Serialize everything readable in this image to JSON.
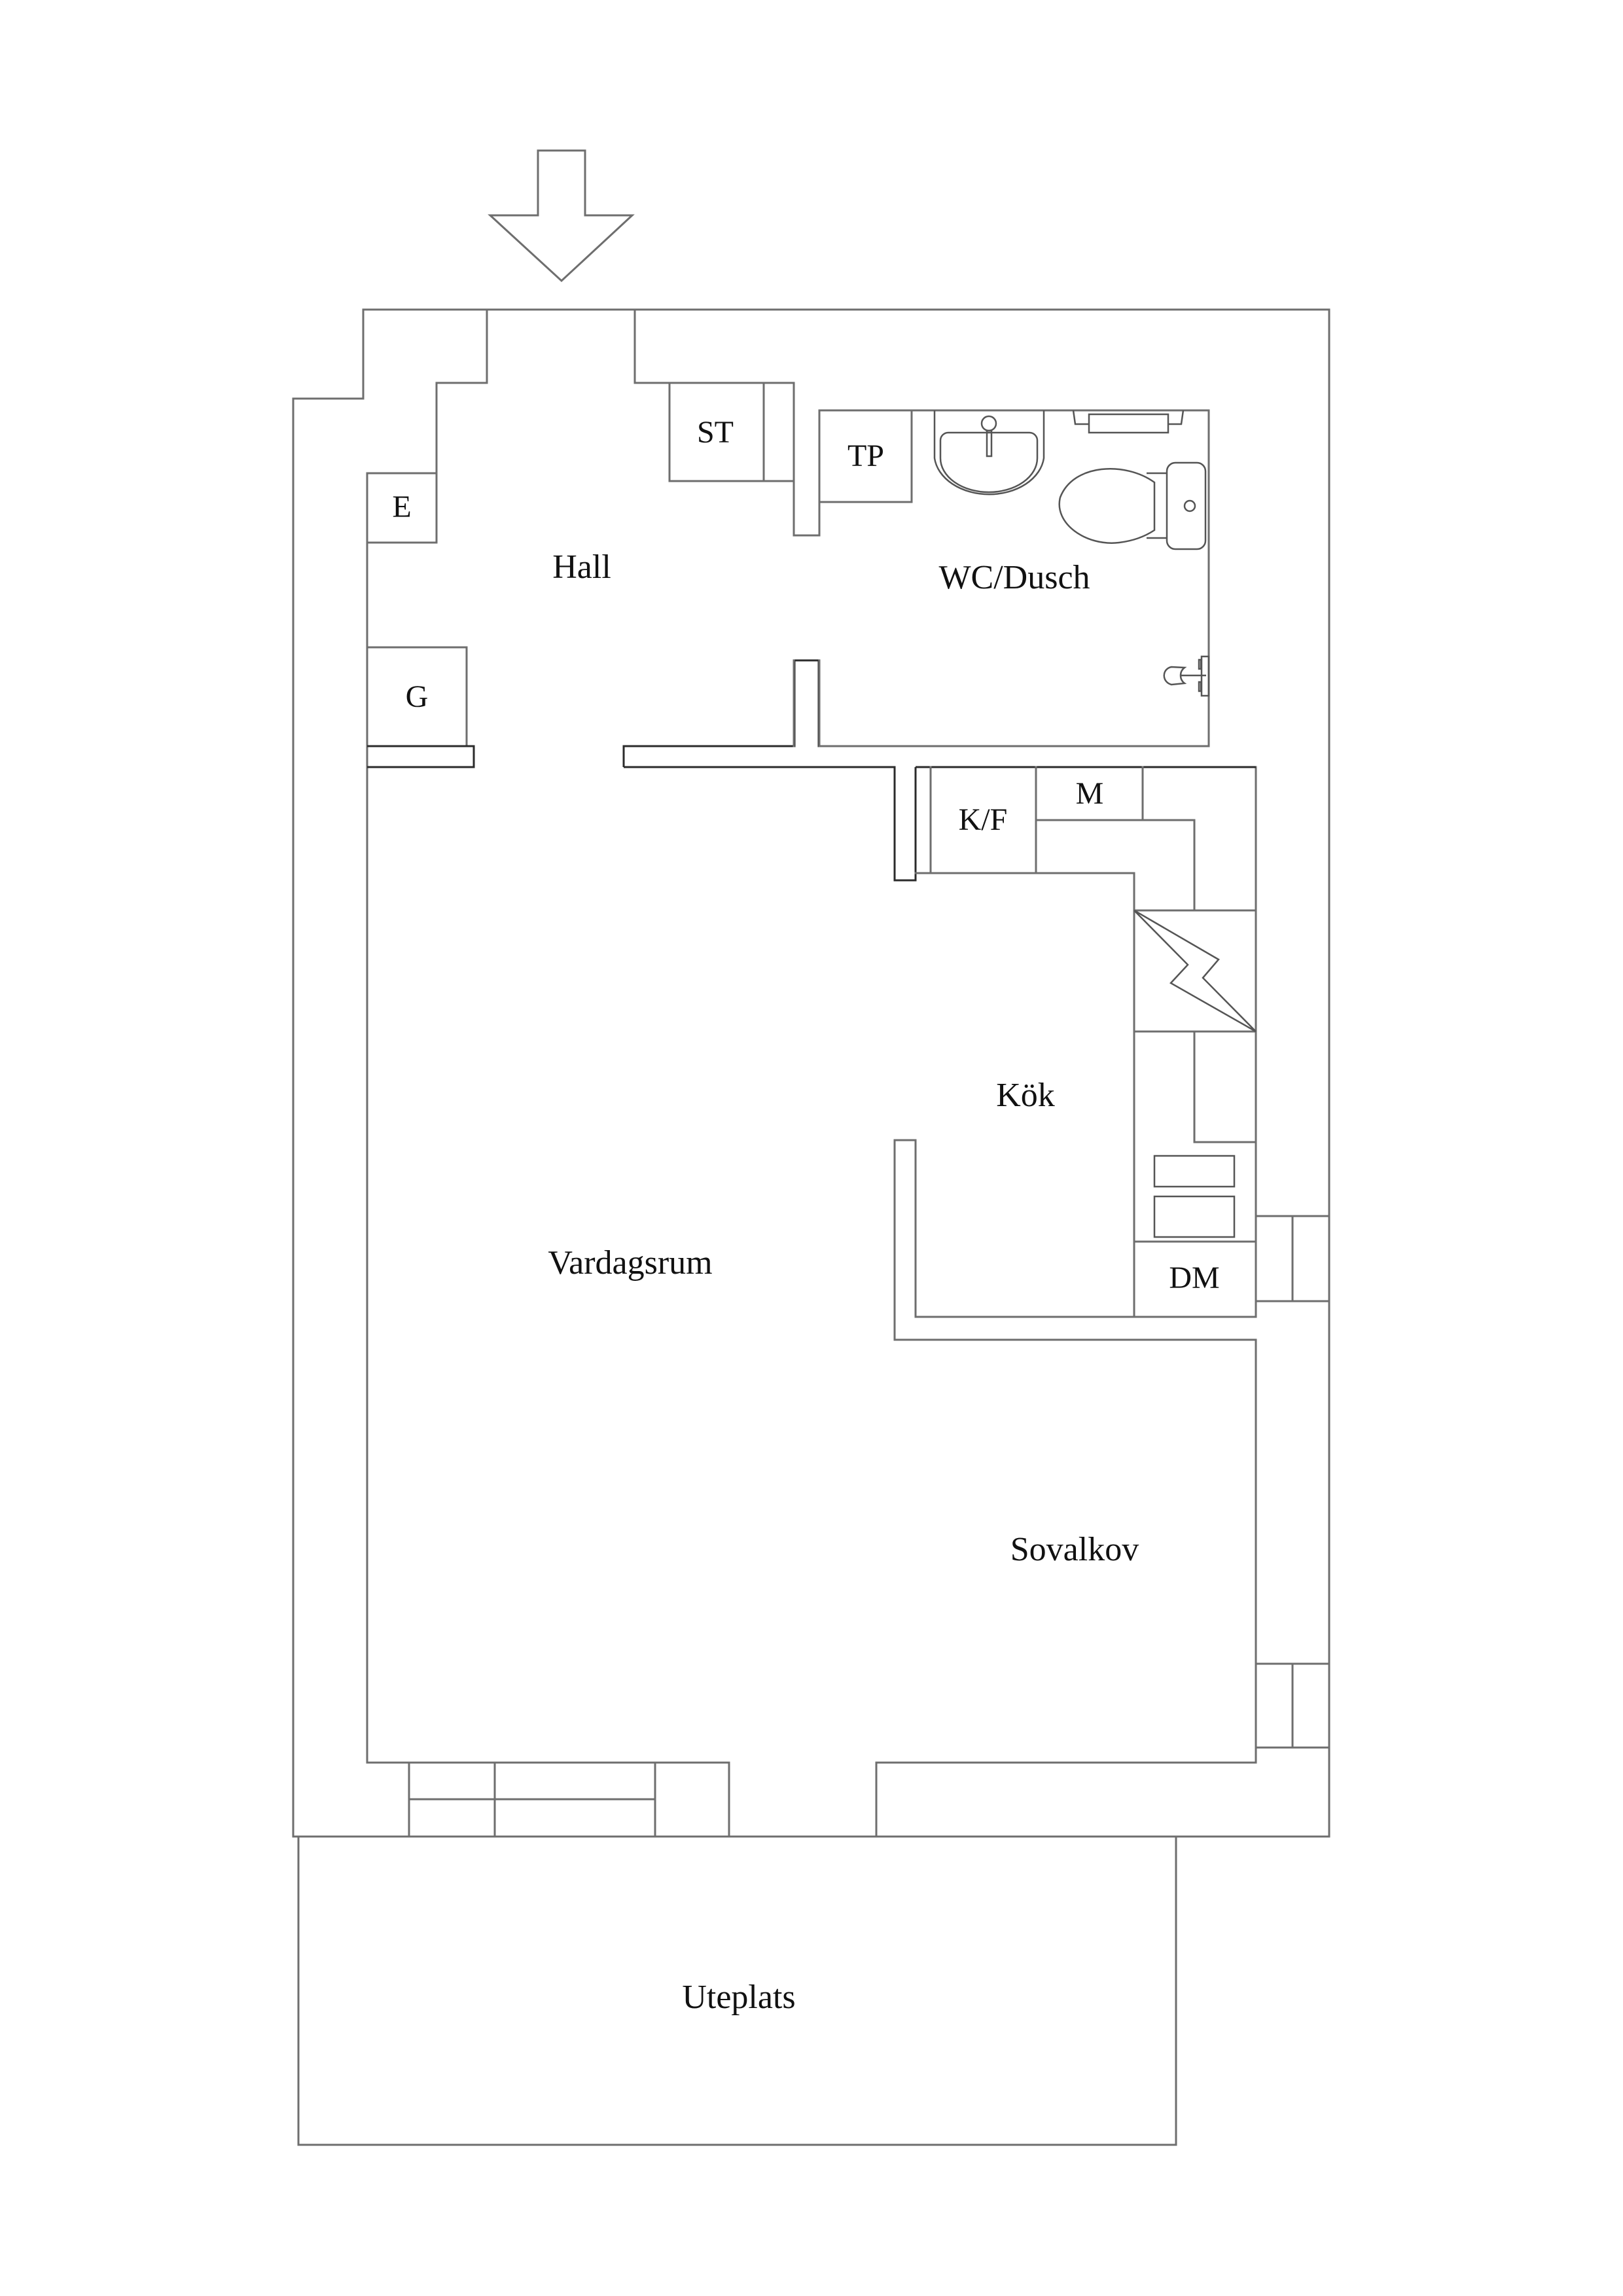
{
  "floorplan": {
    "entrance_arrow": {
      "icon": "entrance-arrow-icon",
      "direction": "down"
    },
    "rooms": {
      "hall": {
        "label": "Hall"
      },
      "wc_dusch": {
        "label": "WC/Dusch"
      },
      "vardagsrum": {
        "label": "Vardagsrum"
      },
      "kok": {
        "label": "Kök"
      },
      "sovalkov": {
        "label": "Sovalkov"
      },
      "uteplats": {
        "label": "Uteplats"
      }
    },
    "fixtures": {
      "st": {
        "label": "ST"
      },
      "tp": {
        "label": "TP"
      },
      "e": {
        "label": "E"
      },
      "g": {
        "label": "G"
      },
      "kf": {
        "label": "K/F"
      },
      "m": {
        "label": "M"
      },
      "dm": {
        "label": "DM"
      }
    },
    "colors": {
      "line": "#6e6e6e",
      "text": "#111111",
      "background": "#ffffff"
    }
  }
}
